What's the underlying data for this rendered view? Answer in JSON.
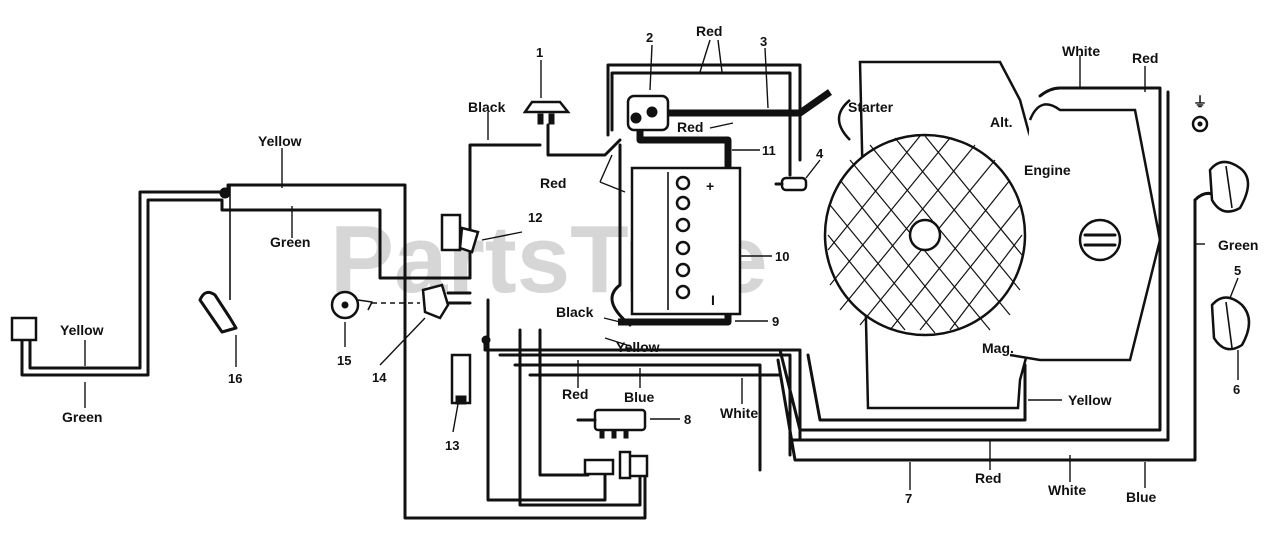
{
  "watermark": "PartsTree",
  "wire_labels": {
    "red_top": "Red",
    "white_top": "White",
    "red_top_right": "Red",
    "black_top": "Black",
    "red_mid": "Red",
    "red_left": "Red",
    "yellow_left_top": "Yellow",
    "green_left": "Green",
    "yellow_far_left": "Yellow",
    "green_far_left": "Green",
    "black_bottom": "Black",
    "yellow_mid": "Yellow",
    "red_bottom_left": "Red",
    "blue_mid": "Blue",
    "white_mid": "White",
    "yellow_right": "Yellow",
    "green_right": "Green",
    "red_bottom": "Red",
    "white_bottom": "White",
    "blue_bottom": "Blue"
  },
  "component_labels": {
    "starter": "Starter",
    "alternator": "Alt.",
    "engine": "Engine",
    "magneto": "Mag.",
    "battery_pos": "+",
    "battery_neg": "I"
  },
  "callouts": [
    "1",
    "2",
    "3",
    "4",
    "5",
    "6",
    "7",
    "8",
    "9",
    "10",
    "11",
    "12",
    "13",
    "14",
    "15",
    "16"
  ],
  "ground_symbol": "⏚"
}
